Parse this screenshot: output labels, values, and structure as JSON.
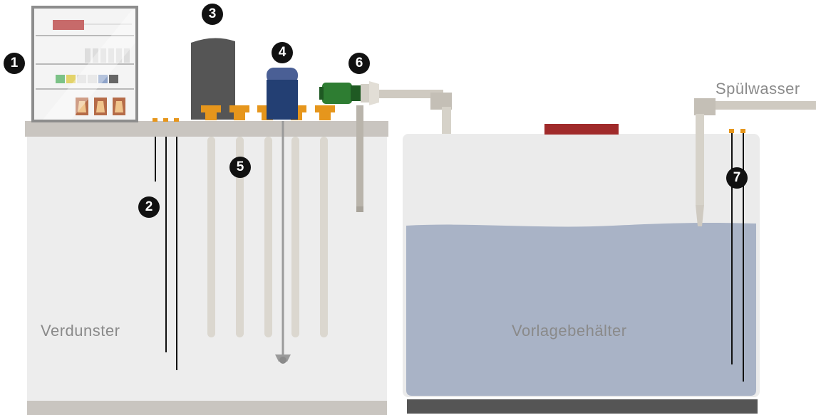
{
  "labels": {
    "evaporator": "Verdunster",
    "storage_tank": "Vorlagebehälter",
    "rinse_water": "Spülwasser"
  },
  "markers": [
    "1",
    "2",
    "3",
    "4",
    "5",
    "6",
    "7"
  ],
  "colors": {
    "water": "#a9b3c6",
    "tank_fill": "#ebebeb",
    "lid": "#c9c5c0",
    "pipe": "#cfcac1",
    "orange_cap": "#e6961c",
    "pump_green": "#2e7d32",
    "motor_blue": "#233f73",
    "heater_dark": "#555555",
    "red_block": "#a02a2a"
  }
}
